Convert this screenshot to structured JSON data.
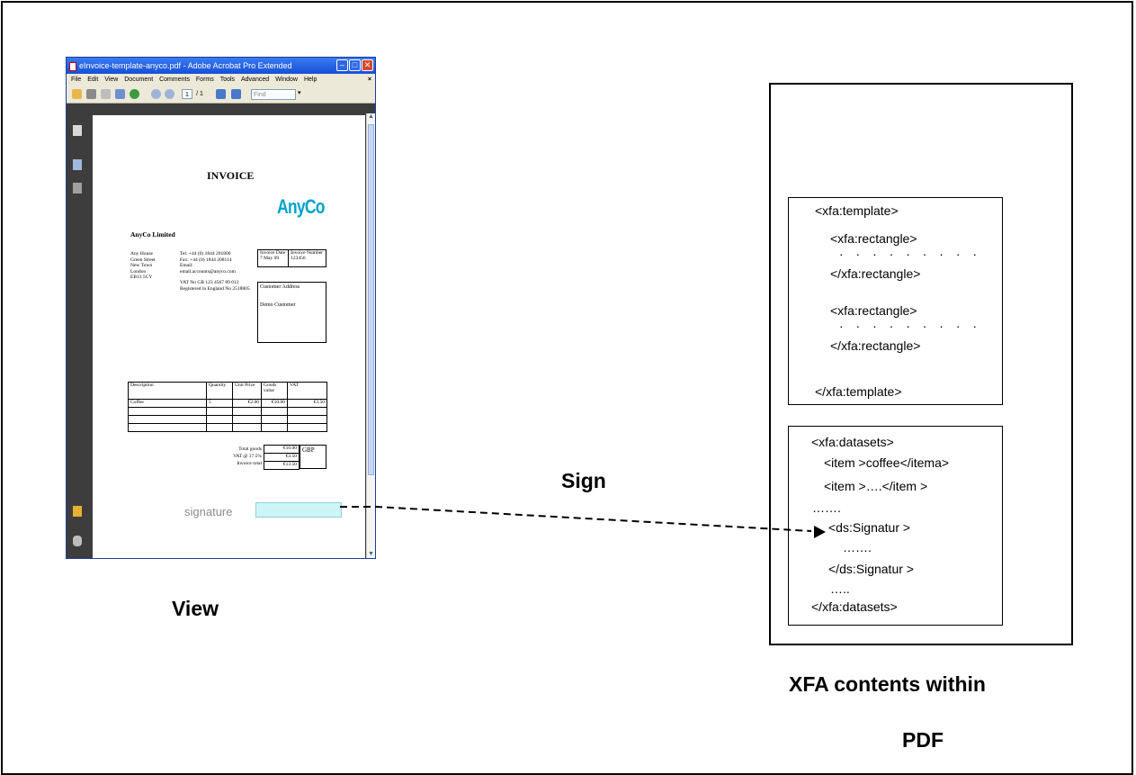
{
  "acrobat": {
    "title": "eInvoice-template-anyco.pdf - Adobe Acrobat Pro Extended",
    "menu": [
      "File",
      "Edit",
      "View",
      "Document",
      "Comments",
      "Forms",
      "Tools",
      "Advanced",
      "Window",
      "Help"
    ],
    "page_current": "1",
    "page_total": "/ 1",
    "find_placeholder": "Find"
  },
  "invoice": {
    "heading": "INVOICE",
    "logo": "AnyCo",
    "company": "AnyCo Limited",
    "address_lines": [
      "Any House",
      "Green Street",
      "New Town",
      "London",
      "EB13 5CY"
    ],
    "contact_lines": [
      "Tel: +44 (0) 1844 201800",
      "Fax: +44 (0) 1844 208114",
      "Email:",
      "email.accounts@anyco.com"
    ],
    "vat_lines": [
      "VAT No GB 123 4567 89 012",
      "Registered in England No 2518805"
    ],
    "date_header": "Invoice Date",
    "date_value": "7 May 09",
    "number_header": "Invoice Number",
    "number_value": "123456",
    "customer_header": "Customer Address",
    "customer_value": "Demo Customer",
    "columns": [
      "Description",
      "Quantity",
      "Unit Price",
      "Goods value",
      "VAT"
    ],
    "rows": [
      [
        "Coffee",
        "5",
        "€2.00",
        "€10.00",
        "€3.50"
      ]
    ],
    "totals": [
      {
        "label": "Total goods",
        "value": "€10.00"
      },
      {
        "label": "VAT @ 17.5%",
        "value": "€3.50"
      },
      {
        "label": "Invoice total",
        "value": "€13.50"
      }
    ],
    "currency": "GBP",
    "signature_label": "signature"
  },
  "labels": {
    "view": "View",
    "sign": "Sign",
    "xfa_line1": "XFA contents within",
    "xfa_line2": "PDF"
  },
  "xfa": {
    "template_open": "<xfa:template>",
    "rect_open_1": "<xfa:rectangle>",
    "rect_dots_1": "· · · · · · · · ·",
    "rect_close_1": "</xfa:rectangle>",
    "rect_open_2": "<xfa:rectangle>",
    "rect_dots_2": "· · · · · · · · ·",
    "rect_close_2": "</xfa:rectangle>",
    "template_close": "</xfa:template>",
    "datasets_open": "<xfa:datasets>",
    "item1": "<item  >coffee</itema>",
    "item2": "<item  >….</item  >",
    "ellipsis1": "…….",
    "sig_open": "<ds:Signatur  >",
    "ellipsis2": "…….",
    "sig_close": "</ds:Signatur  >",
    "ellipsis3": "…..",
    "datasets_close": "</xfa:datasets>"
  },
  "colors": {
    "titlebar": "#1f5fe0",
    "logo": "#00a3cc",
    "signature_field": "#ccf5f8",
    "signature_text": "#8c8c8c"
  }
}
